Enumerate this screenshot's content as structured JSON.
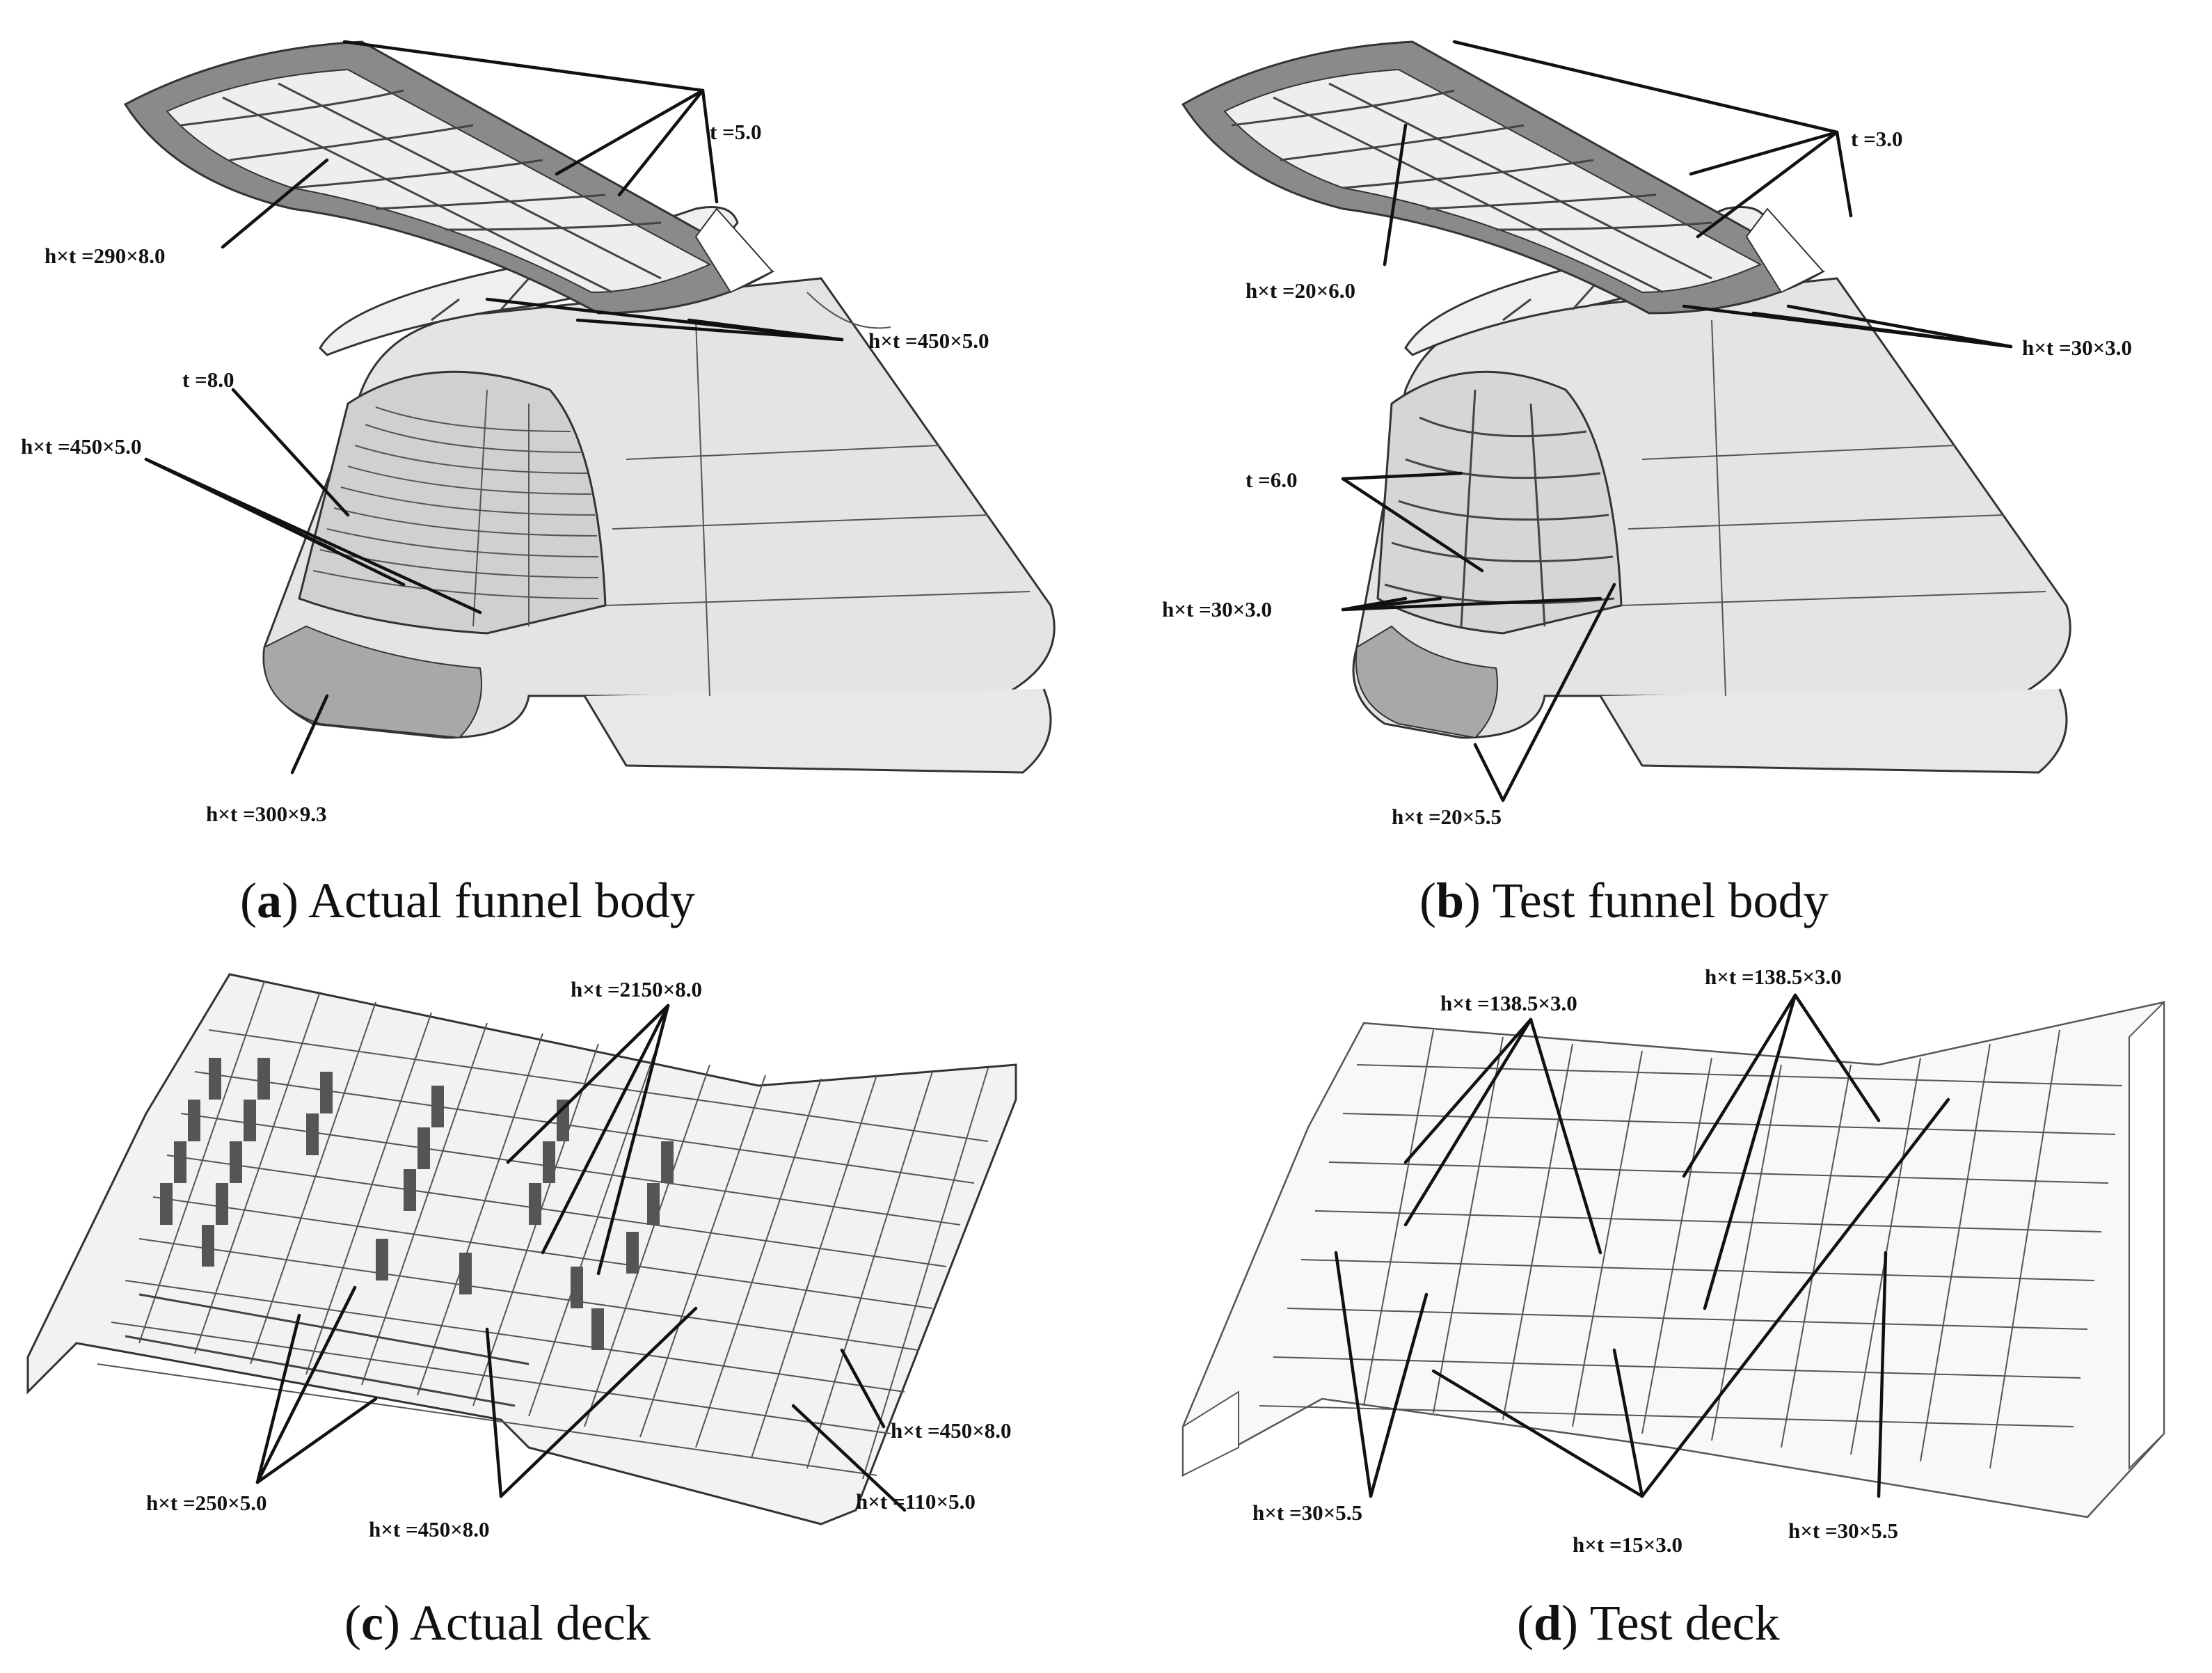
{
  "panels": [
    {
      "id": "a",
      "caption_letter": "a",
      "caption_text": "Actual funnel body",
      "labels": [
        "t =5.0",
        "h×t =290×8.0",
        "h×t =450×5.0",
        "t =8.0",
        "h×t =450×5.0",
        "h×t =300×9.3"
      ]
    },
    {
      "id": "b",
      "caption_letter": "b",
      "caption_text": "Test funnel body",
      "labels": [
        "t =3.0",
        "h×t =20×6.0",
        "h×t =30×3.0",
        "t =6.0",
        "h×t =30×3.0",
        "h×t =20×5.5"
      ]
    },
    {
      "id": "c",
      "caption_letter": "c",
      "caption_text": "Actual deck",
      "labels": [
        "h×t =2150×8.0",
        "h×t =450×8.0",
        "h×t =250×5.0",
        "h×t =450×8.0",
        "h×t =110×5.0"
      ]
    },
    {
      "id": "d",
      "caption_letter": "d",
      "caption_text": "Test deck",
      "labels": [
        "h×t =138.5×3.0",
        "h×t =138.5×3.0",
        "h×t =30×5.5",
        "h×t =15×3.0",
        "h×t =30×5.5"
      ]
    }
  ],
  "colors": {
    "plate_light": "#e6e6e6",
    "plate_mid": "#bdbdbd",
    "plate_dark": "#6e6e6e",
    "line": "#111111"
  }
}
